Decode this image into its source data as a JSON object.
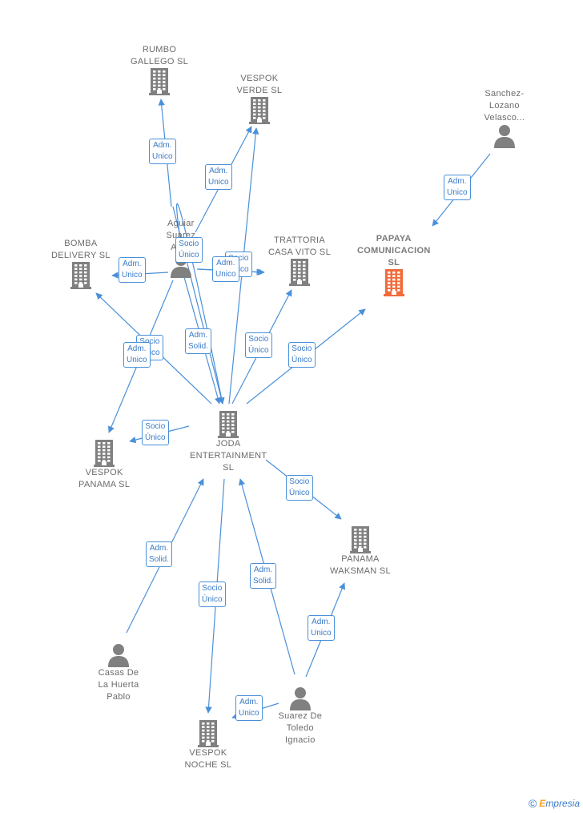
{
  "colors": {
    "edge": "#4a90d9",
    "company": "#808080",
    "company_highlight": "#f26b3a",
    "person": "#808080"
  },
  "nodes": [
    {
      "id": "rumbo",
      "type": "company",
      "label": "RUMBO\nGALLEGO  SL",
      "icon": "building-icon"
    },
    {
      "id": "vespok_verde",
      "type": "company",
      "label": "VESPOK\nVERDE  SL",
      "icon": "building-icon"
    },
    {
      "id": "sanchez",
      "type": "person",
      "label": "Sanchez-\nLozano\nVelasco...",
      "icon": "person-icon"
    },
    {
      "id": "aguiar",
      "type": "person",
      "label": "Aguiar\nSuarez\nAlv...",
      "icon": "person-icon"
    },
    {
      "id": "bomba",
      "type": "company",
      "label": "BOMBA\nDELIVERY  SL",
      "icon": "building-icon"
    },
    {
      "id": "trattoria",
      "type": "company",
      "label": "TRATTORIA\nCASA VITO  SL",
      "icon": "building-icon"
    },
    {
      "id": "papaya",
      "type": "company",
      "label": "PAPAYA\nCOMUNICACION\nSL",
      "icon": "building-icon",
      "highlight": true
    },
    {
      "id": "joda",
      "type": "company",
      "label": "JODA\nENTERTAINMENT\nSL",
      "icon": "building-icon"
    },
    {
      "id": "vespok_panama",
      "type": "company",
      "label": "VESPOK\nPANAMA  SL",
      "icon": "building-icon"
    },
    {
      "id": "panama_waksman",
      "type": "company",
      "label": "PANAMA\nWAKSMAN  SL",
      "icon": "building-icon"
    },
    {
      "id": "casas",
      "type": "person",
      "label": "Casas De\nLa Huerta\nPablo",
      "icon": "person-icon"
    },
    {
      "id": "suarez",
      "type": "person",
      "label": "Suarez De\nToledo\nIgnacio",
      "icon": "person-icon"
    },
    {
      "id": "vespok_noche",
      "type": "company",
      "label": "VESPOK\nNOCHE  SL",
      "icon": "building-icon"
    }
  ],
  "edges": [
    {
      "from": "aguiar",
      "to": "rumbo",
      "label": "Adm.\nUnico"
    },
    {
      "from": "aguiar",
      "to": "vespok_verde",
      "label": "Adm.\nUnico"
    },
    {
      "from": "sanchez",
      "to": "papaya",
      "label": "Adm.\nUnico"
    },
    {
      "from": "aguiar",
      "to": "bomba",
      "label": "Adm.\nUnico"
    },
    {
      "from": "aguiar",
      "to": "joda",
      "label": "Socio\nÚnico"
    },
    {
      "from": "aguiar",
      "to": "trattoria",
      "label": "Socio\nÚnico"
    },
    {
      "from": "aguiar",
      "to": "trattoria",
      "label": "Adm.\nUnico"
    },
    {
      "from": "aguiar",
      "to": "joda",
      "label": "Adm.\nSolid."
    },
    {
      "from": "joda",
      "to": "bomba",
      "label": "Socio\nÚnico"
    },
    {
      "from": "aguiar",
      "to": "vespok_panama",
      "label": "Adm.\nUnico"
    },
    {
      "from": "joda",
      "to": "trattoria",
      "label": "Socio\nÚnico"
    },
    {
      "from": "joda",
      "to": "papaya",
      "label": "Socio\nÚnico"
    },
    {
      "from": "joda",
      "to": "vespok_panama",
      "label": "Socio\nÚnico"
    },
    {
      "from": "joda",
      "to": "panama_waksman",
      "label": "Socio\nÚnico"
    },
    {
      "from": "casas",
      "to": "joda",
      "label": "Adm.\nSolid."
    },
    {
      "from": "joda",
      "to": "vespok_noche",
      "label": "Socio\nÚnico"
    },
    {
      "from": "suarez",
      "to": "joda",
      "label": "Adm.\nSolid."
    },
    {
      "from": "suarez",
      "to": "panama_waksman",
      "label": "Adm.\nUnico"
    },
    {
      "from": "suarez",
      "to": "vespok_noche",
      "label": "Adm.\nUnico"
    }
  ],
  "watermark": {
    "copyright": "©",
    "brand_first": "E",
    "brand_rest": "mpresia"
  }
}
